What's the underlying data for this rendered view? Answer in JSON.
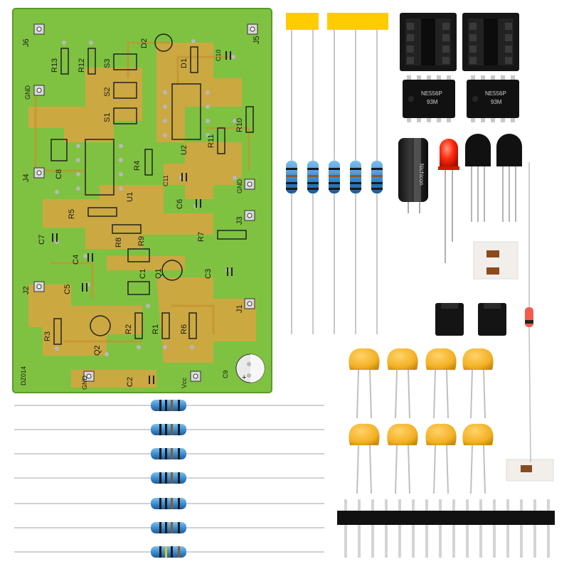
{
  "pcb": {
    "labels": {
      "j6": "J6",
      "j5": "J5",
      "j4": "J4",
      "j3": "J3",
      "j2": "J2",
      "j1": "J1",
      "gnd_top": "GND",
      "gnd_right": "GND",
      "gnd_bottom": "GND",
      "vcc": "Vcc",
      "r1": "R1",
      "r2": "R2",
      "r3": "R3",
      "r4": "R4",
      "r5": "R5",
      "r6": "R6",
      "r7": "R7",
      "r8": "R8",
      "r9": "R9",
      "r10": "R10",
      "r11": "R11",
      "r12": "R12",
      "r13": "R13",
      "c1": "C1",
      "c2": "C2",
      "c3": "C3",
      "c4": "C4",
      "c5": "C5",
      "c6": "C6",
      "c7": "C7",
      "c8": "C8",
      "c9": "C9",
      "c10": "C10",
      "c11": "C11",
      "d1": "D1",
      "d2": "D2",
      "q1": "Q1",
      "q2": "Q2",
      "u1": "U1",
      "u2": "U2",
      "s1": "S1",
      "s2": "S2",
      "s3": "S3",
      "board_id": "DZ014",
      "c9_sign": "+"
    }
  },
  "chips": {
    "marking_1": "NE556P",
    "marking_2": "NE556P",
    "sub_1": "93M",
    "sub_2": "93M"
  },
  "capacitor": {
    "marking": "Nichicon"
  },
  "colors": {
    "pcb_green": "#7fc241",
    "pcb_copper": "#d9a441",
    "ceramic_orange": "#f2b124",
    "flag_yellow": "#ffcc00",
    "led_red": "#ff2a10",
    "resistor_blue": "#3e8fd1"
  },
  "counts": {
    "ic_sockets": 2,
    "ics": 2,
    "ceramic_capacitors": 8,
    "resistors_bottom": 7,
    "resistors_vertical": 5,
    "transistors": 2,
    "jumper_caps": 2,
    "header_pins": 16
  }
}
